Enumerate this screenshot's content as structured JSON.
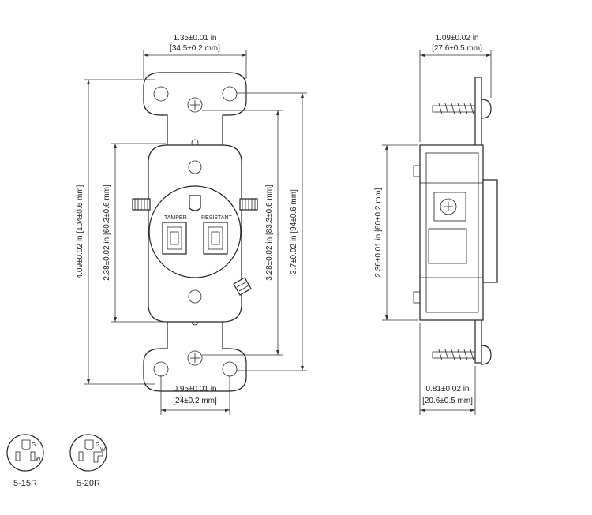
{
  "front": {
    "width": "1.35±0.01 in",
    "width_mm": "[34.5±0.2 mm]",
    "slot_spacing": "0.95±0.01 in",
    "slot_spacing_mm": "[24±0.2 mm]",
    "overall_height": "4.09±0.02 in [104±0.6 mm]",
    "inner_height": "2.38±0.02 in [60.3±0.6 mm]",
    "screw_spacing": "3.28±0.02 in [83.3±0.6 mm]",
    "mount_spacing": "3.7±0.02 in [94±0.6 mm]",
    "tamper_label": "TAMPER",
    "resistant_label": "RESISTANT"
  },
  "side": {
    "depth": "1.09±0.02 in",
    "depth_mm": "[27.6±0.5 mm]",
    "height": "2.36±0.01 in [60±0.2 mm]",
    "body_depth": "0.81±0.02 in",
    "body_depth_mm": "[20.6±0.5 mm]"
  },
  "configs": [
    {
      "name": "5-15R",
      "g": "G",
      "w": "W"
    },
    {
      "name": "5-20R",
      "g": "G",
      "w": "W"
    }
  ]
}
